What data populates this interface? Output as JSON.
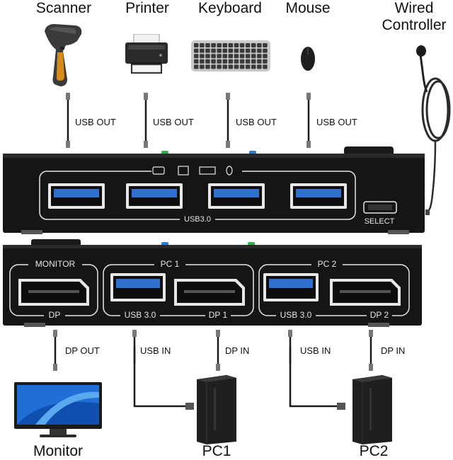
{
  "devices_top": {
    "scanner": "Scanner",
    "printer": "Printer",
    "keyboard": "Keyboard",
    "mouse": "Mouse",
    "controller_line1": "Wired",
    "controller_line2": "Controller"
  },
  "cable_labels_top": [
    "USB OUT",
    "USB OUT",
    "USB OUT",
    "USB OUT"
  ],
  "top_panel": {
    "usb_label": "USB3.0",
    "select_label": "SELECT"
  },
  "bottom_panel": {
    "monitor_label": "MONITOR",
    "dp_label": "DP",
    "pc1_label": "PC 1",
    "pc2_label": "PC 2",
    "pc1_usb": "USB 3.0",
    "pc1_dp": "DP 1",
    "pc2_usb": "USB 3.0",
    "pc2_dp": "DP 2"
  },
  "cable_labels_bottom": {
    "dp_out": "DP OUT",
    "usb_in_1": "USB IN",
    "dp_in_1": "DP IN",
    "usb_in_2": "USB IN",
    "dp_in_2": "DP IN"
  },
  "devices_bottom": {
    "monitor": "Monitor",
    "pc1": "PC1",
    "pc2": "PC2"
  },
  "colors": {
    "panel": "#151515",
    "usb_blue": "#2f6fd0",
    "led_green": "#2fb34a",
    "led_blue": "#2a7fd4"
  }
}
